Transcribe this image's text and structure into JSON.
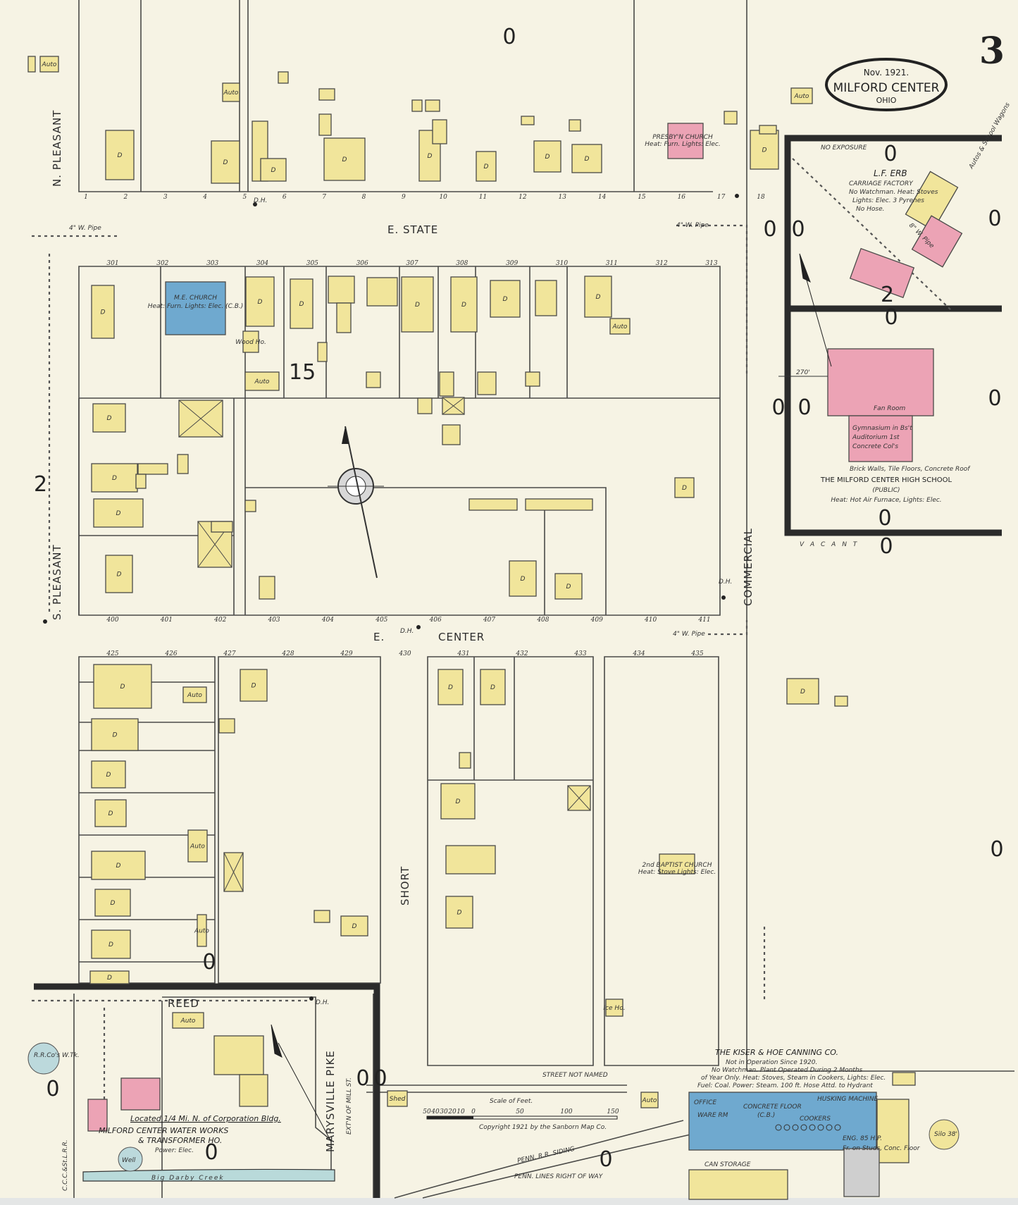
{
  "title": {
    "date": "Nov. 1921.",
    "town": "MILFORD CENTER",
    "state": "OHIO",
    "sheet_number": "3"
  },
  "streets": {
    "n_pleasant": "N. PLEASANT",
    "s_pleasant": "S. PLEASANT",
    "e_state": "E. STATE",
    "e_center_prefix": "E.",
    "e_center": "CENTER",
    "commercial": "COMMERCIAL",
    "short": "SHORT",
    "reed": "REED",
    "marysville_pike": "MARYSVILLE PIKE",
    "mill_st": "EXT'N OF MILL ST.",
    "street_not_named": "STREET NOT NAMED",
    "railroad": "C.C.C.&St.L.R.R.",
    "penn_siding": "PENN. R.R. SIDING",
    "penn_lines": "PENN. LINES RIGHT OF WAY"
  },
  "block_numbers": {
    "block_15": "15",
    "block_2_left": "2",
    "block_2_right": "2"
  },
  "sheet_refs": "0",
  "labels": {
    "dwelling": "D",
    "auto": "Auto",
    "wood_house": "Wood Ho.",
    "ice_house": "Ice Ho.",
    "shed": "Shed",
    "well": "Well",
    "water_tank": "R.R.Co's W.Tk.",
    "silo": "Silo 38'",
    "dwelling_house": "D.H.",
    "water_pipe": "4\" W. Pipe",
    "water_pipe_8": "8\" W. Pipe",
    "vacant": "V A C A N T",
    "no_exposure": "NO EXPOSURE"
  },
  "churches": {
    "me_church": "M.E. CHURCH",
    "me_church_note": "Heat: Furn. Lights: Elec. (C.B.)",
    "presbyn_church": "PRESBY'N CHURCH",
    "presbyn_note": "Heat: Furn. Lights: Elec.",
    "baptist_church": "2nd BAPTIST CHURCH",
    "baptist_note": "Heat: Stove Lights: Elec."
  },
  "carriage_factory": {
    "name": "L.F. ERB",
    "type": "CARRIAGE FACTORY",
    "note1": "No Watchman. Heat: Stoves",
    "note2": "Lights: Elec. 3 Pyrenes",
    "note3": "No Hose.",
    "side": "Autos & School Wagons"
  },
  "high_school": {
    "name": "THE MILFORD CENTER HIGH SCHOOL",
    "public": "(PUBLIC)",
    "heat": "Heat: Hot Air Furnace, Lights: Elec.",
    "construction": "Brick Walls, Tile Floors, Concrete Roof",
    "gym": "Gymnasium in Bs't",
    "auditorium": "Auditorium 1st",
    "columns": "Concrete Col's",
    "fan_room": "Fan Room",
    "distance": "270'"
  },
  "canning": {
    "name": "THE KISER & HOE CANNING CO.",
    "note1": "Not in Operation Since 1920.",
    "note2": "No Watchman. Plant Operated During 2 Months",
    "note3": "of Year Only. Heat: Stoves, Steam in Cookers, Lights: Elec.",
    "note4": "Fuel: Coal. Power: Steam. 100 ft. Hose Attd. to Hydrant",
    "concrete_floor": "CONCRETE FLOOR",
    "cb": "(C.B.)",
    "husking": "HUSKING MACHINE",
    "cookers": "COOKERS",
    "office": "OFFICE",
    "ware_rm": "WARE RM",
    "engine": "ENG. 85 H.P.",
    "engine_floor": "Fr. on Studs, Conc. Floor",
    "can_storage": "CAN STORAGE"
  },
  "water_works": {
    "name": "MILFORD CENTER WATER WORKS",
    "name2": "& TRANSFORMER HO.",
    "power": "Power: Elec.",
    "located": "Located 1/4 Mi. N. of Corporation Bldg."
  },
  "creek": "Big Darby Creek",
  "scale": {
    "title": "Scale of Feet.",
    "ticks": [
      "50",
      "40",
      "30",
      "20",
      "10",
      "0",
      "50",
      "100",
      "150"
    ],
    "copyright": "Copyright 1921 by the Sanborn Map Co."
  },
  "lots": {
    "top": [
      "1",
      "2",
      "3",
      "4",
      "5",
      "6",
      "7",
      "8",
      "9",
      "10",
      "11",
      "12",
      "13",
      "14",
      "15",
      "16",
      "17",
      "18"
    ],
    "state_south": [
      "301",
      "302",
      "303",
      "304",
      "305",
      "306",
      "307",
      "308",
      "309",
      "310",
      "311",
      "312",
      "313"
    ],
    "center_north": [
      "400",
      "401",
      "402",
      "403",
      "404",
      "405",
      "406",
      "407",
      "408",
      "409",
      "410",
      "411"
    ],
    "center_south": [
      "425",
      "426",
      "427",
      "428",
      "429",
      "430",
      "431",
      "432",
      "433",
      "434",
      "435"
    ]
  },
  "colors": {
    "paper": "#f6f3e4",
    "frame_brick": "#eca3b5",
    "frame": "#f1e59b",
    "fireproof": "#6fa9cf",
    "water": "#b9dada"
  }
}
